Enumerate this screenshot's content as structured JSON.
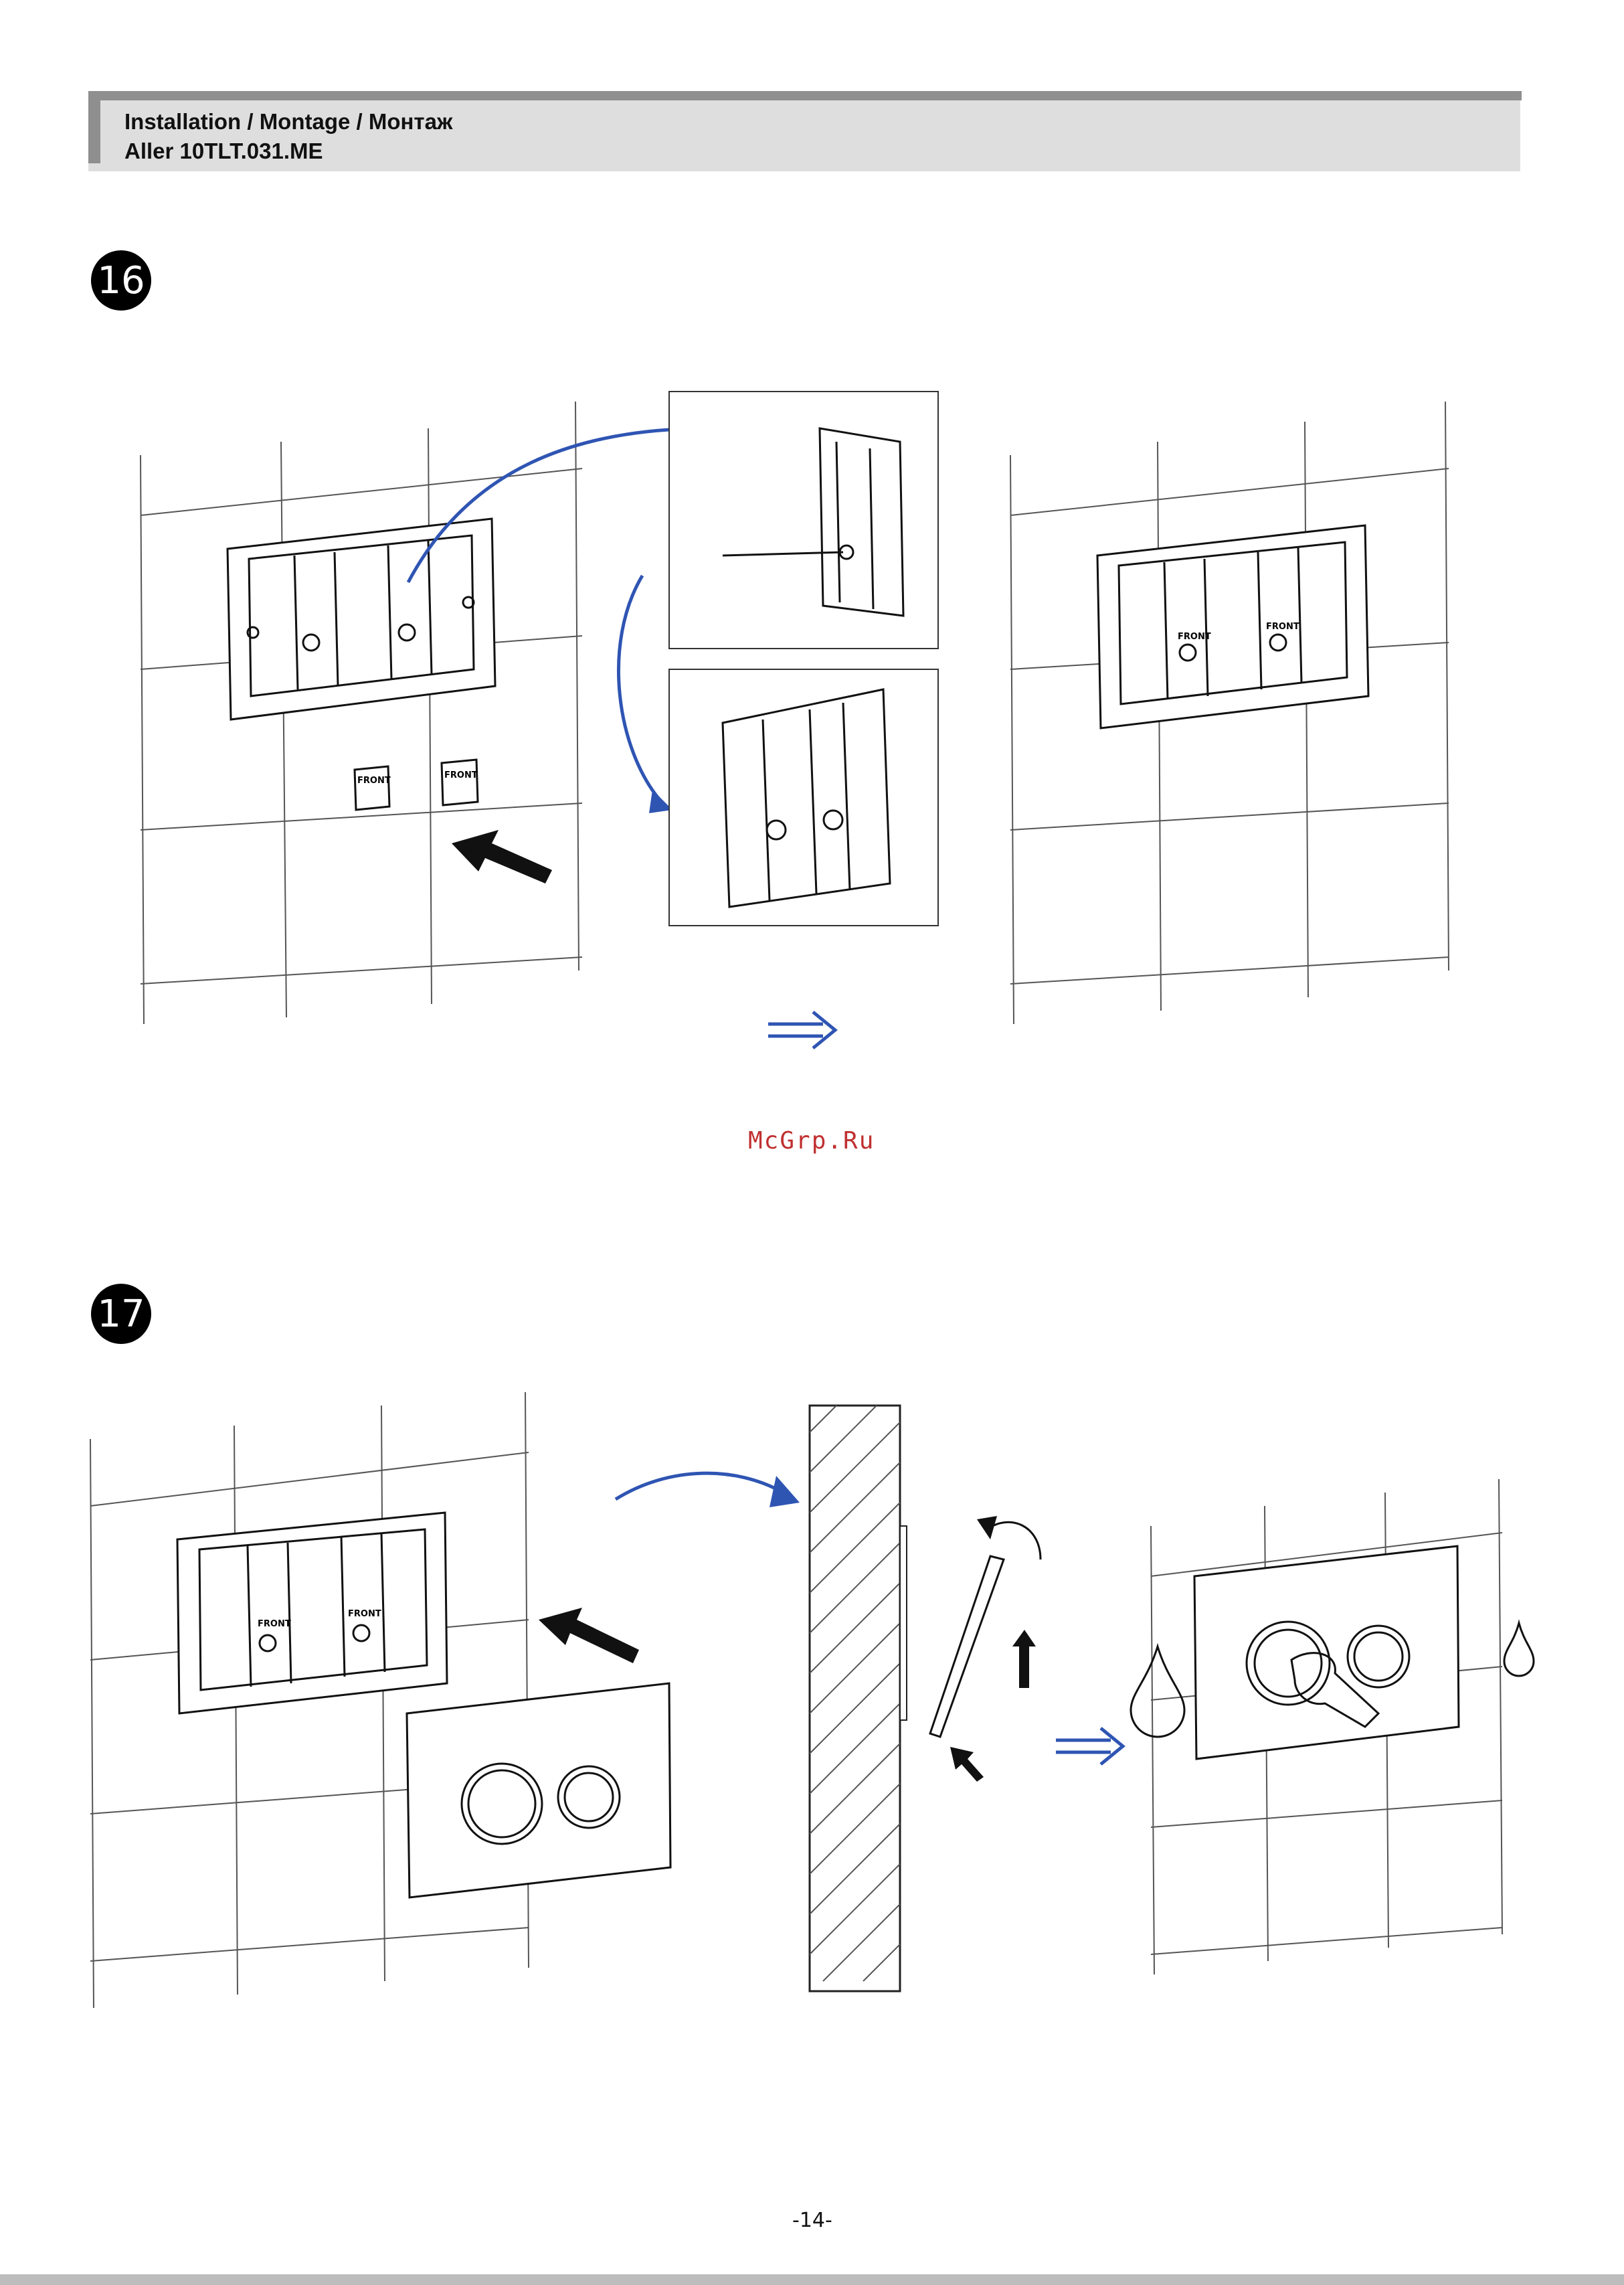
{
  "header": {
    "line1": "Installation / Montage / Монтаж",
    "line2": "Aller 10TLT.031.ME"
  },
  "steps": [
    {
      "number": "16"
    },
    {
      "number": "17"
    }
  ],
  "labels": {
    "front": "FRONT"
  },
  "watermark": "McGrp.Ru",
  "page_number": "-14-",
  "colors": {
    "accent_blue": "#2f55b3",
    "header_gray": "#dedede",
    "header_bar_dark": "#8f8f8f",
    "watermark_red": "#c03030"
  },
  "icons": [
    "arrow-right-icon",
    "curved-arrow-icon",
    "rotate-arrow-icon",
    "water-drop-icon",
    "hand-press-icon"
  ]
}
